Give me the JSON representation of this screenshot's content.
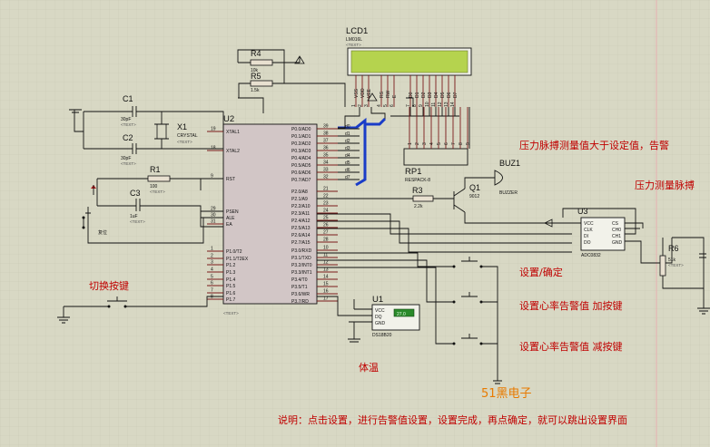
{
  "colors": {
    "background": "#d8d8c4",
    "grid": "#c8c8b2",
    "wire": "#111111",
    "bus": "#1a3cc8",
    "annotation": "#c00000",
    "lcd": "#b5d34e",
    "watermark": "#e87a00",
    "chip": "#d2c6c6"
  },
  "lcd": {
    "ref": "LCD1",
    "part": "LM016L",
    "text": "<TEXT>",
    "pins": [
      "VSS",
      "VDD",
      "VEE",
      "RS",
      "RW",
      "E",
      "D0",
      "D1",
      "D2",
      "D3",
      "D4",
      "D5",
      "D6",
      "D7"
    ],
    "pin_numbers": [
      "1",
      "2",
      "3",
      "4",
      "5",
      "6",
      "7",
      "8",
      "9",
      "10",
      "11",
      "12",
      "13",
      "14"
    ]
  },
  "mcu": {
    "ref": "U2",
    "text": "<TEXT>",
    "left_pins": [
      {
        "num": "19",
        "name": "XTAL1"
      },
      {
        "num": "18",
        "name": "XTAL2"
      },
      {
        "num": "9",
        "name": "RST"
      },
      {
        "num": "29",
        "name": "PSEN"
      },
      {
        "num": "30",
        "name": "ALE"
      },
      {
        "num": "31",
        "name": "EA"
      },
      {
        "num": "1",
        "name": "P1.0/T2"
      },
      {
        "num": "2",
        "name": "P1.1/T2EX"
      },
      {
        "num": "3",
        "name": "P1.2"
      },
      {
        "num": "4",
        "name": "P1.3"
      },
      {
        "num": "5",
        "name": "P1.4"
      },
      {
        "num": "6",
        "name": "P1.5"
      },
      {
        "num": "7",
        "name": "P1.6"
      },
      {
        "num": "8",
        "name": "P1.7"
      }
    ],
    "right_pins": [
      {
        "num": "39",
        "name": "P0.0/AD0"
      },
      {
        "num": "38",
        "name": "P0.1/AD1"
      },
      {
        "num": "37",
        "name": "P0.2/AD2"
      },
      {
        "num": "36",
        "name": "P0.3/AD3"
      },
      {
        "num": "35",
        "name": "P0.4/AD4"
      },
      {
        "num": "34",
        "name": "P0.5/AD5"
      },
      {
        "num": "33",
        "name": "P0.6/AD6"
      },
      {
        "num": "32",
        "name": "P0.7/AD7"
      },
      {
        "num": "21",
        "name": "P2.0/A8"
      },
      {
        "num": "22",
        "name": "P2.1/A9"
      },
      {
        "num": "23",
        "name": "P2.2/A10"
      },
      {
        "num": "24",
        "name": "P2.3/A11"
      },
      {
        "num": "25",
        "name": "P2.4/A12"
      },
      {
        "num": "26",
        "name": "P2.5/A13"
      },
      {
        "num": "27",
        "name": "P2.6/A14"
      },
      {
        "num": "28",
        "name": "P2.7/A15"
      },
      {
        "num": "10",
        "name": "P3.0/RXD"
      },
      {
        "num": "11",
        "name": "P3.1/TXD"
      },
      {
        "num": "12",
        "name": "P3.2/INT0"
      },
      {
        "num": "13",
        "name": "P3.3/INT1"
      },
      {
        "num": "14",
        "name": "P3.4/T0"
      },
      {
        "num": "15",
        "name": "P3.5/T1"
      },
      {
        "num": "16",
        "name": "P3.6/WR"
      },
      {
        "num": "17",
        "name": "P3.7/RD"
      }
    ],
    "net_labels": [
      "d0",
      "d1",
      "d2",
      "d3",
      "d4",
      "d5",
      "d6",
      "d7"
    ]
  },
  "components": {
    "r4": {
      "ref": "R4",
      "value": "10k"
    },
    "r5": {
      "ref": "R5",
      "value": "1.5k"
    },
    "c1": {
      "ref": "C1",
      "value": "30pF"
    },
    "c2": {
      "ref": "C2",
      "value": "30pF"
    },
    "x1": {
      "ref": "X1",
      "value": "CRYSTAL"
    },
    "r1": {
      "ref": "R1",
      "value": "100"
    },
    "c3": {
      "ref": "C3",
      "value": "1uF"
    },
    "reset": {
      "label": "复位"
    },
    "rp1": {
      "ref": "RP1",
      "value": "RESPACK-8"
    },
    "r3": {
      "ref": "R3",
      "value": "2.2k"
    },
    "q1": {
      "ref": "Q1",
      "value": "9012"
    },
    "buz": {
      "ref": "BUZ1",
      "value": "BUZZER"
    },
    "u3": {
      "ref": "U3",
      "value": "ADC0832",
      "pins": [
        "VCC",
        "CLK",
        "DI",
        "DO",
        "CS",
        "CH0",
        "CH1",
        "GND"
      ]
    },
    "r6": {
      "ref": "R6",
      "value": "51k"
    },
    "u1": {
      "ref": "U1",
      "value": "DS18B20",
      "pins": [
        "VCC",
        "DQ",
        "GND"
      ],
      "reading": "27.0"
    },
    "text_tag": "<TEXT>"
  },
  "annotations": {
    "pulse_alarm": "压力脉搏测量值大于设定值，告警",
    "pulse_measure": "压力测量脉搏",
    "switch_key": "切换按键",
    "set_confirm": "设置/确定",
    "hr_add": "设置心率告警值  加按键",
    "hr_sub": "设置心率告警值  减按键",
    "body_temp": "体温",
    "watermark": "51黑电子",
    "instructions": "说明：点击设置，进行告警值设置，设置完成，再点确定，就可以跳出设置界面"
  }
}
